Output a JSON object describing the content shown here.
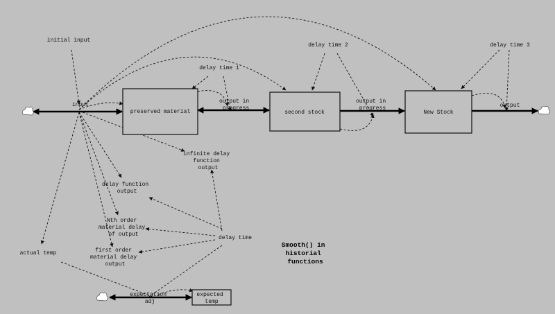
{
  "title": "Smooth() in historial functions",
  "stocks": {
    "preserved_material": "preserved material",
    "second_stock": "second stock",
    "new_stock": "New Stock",
    "expected_temp": "expected temp"
  },
  "flows": {
    "input": "input",
    "output_in_progress_1": "output in progress",
    "output_in_progress_2": "output in progress",
    "output": "output",
    "expectation_adj": "expectation adj"
  },
  "variables": {
    "initial_input": "initial input",
    "delay_time_1": "delay time 1",
    "delay_time_2": "delay time 2",
    "delay_time_3": "delay time 3",
    "infinite_delay_function_output": "infinite delay function output",
    "delay_function_output": "delay function output",
    "nth_order_material_delay_of_output": "Nth order material delay of output",
    "first_order_material_delay_output": "first order material delay output",
    "delay_time": "delay time",
    "actual_temp": "actual temp"
  },
  "colors": {
    "background": "#c0c0c0",
    "line": "#111111",
    "cloud": "#ffffff"
  }
}
